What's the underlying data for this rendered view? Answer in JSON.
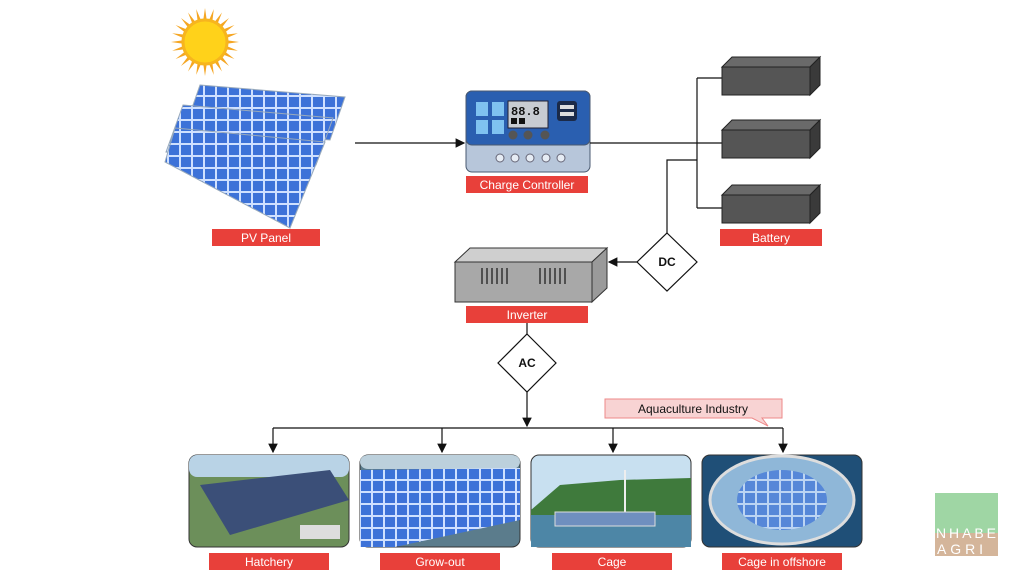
{
  "title": "Solar power system for aquaculture",
  "components": {
    "pv_panel": "PV Panel",
    "charge_controller": "Charge Controller",
    "controller_display": "88.8",
    "battery": "Battery",
    "inverter": "Inverter",
    "dc": "DC",
    "ac": "AC"
  },
  "callout": "Aquaculture Industry",
  "applications": [
    {
      "label": "Hatchery"
    },
    {
      "label": "Grow-out"
    },
    {
      "label": "Cage"
    },
    {
      "label": "Cage in offshore"
    }
  ],
  "logo": {
    "line1": "NHABE",
    "line2": "AGRI"
  },
  "colors": {
    "label_red": "#e8403a",
    "controller_blue": "#2a5fb0",
    "callout_bg": "#f8d3d3",
    "logo_green": "#9fd6a4",
    "logo_tan": "#d4b59a"
  }
}
